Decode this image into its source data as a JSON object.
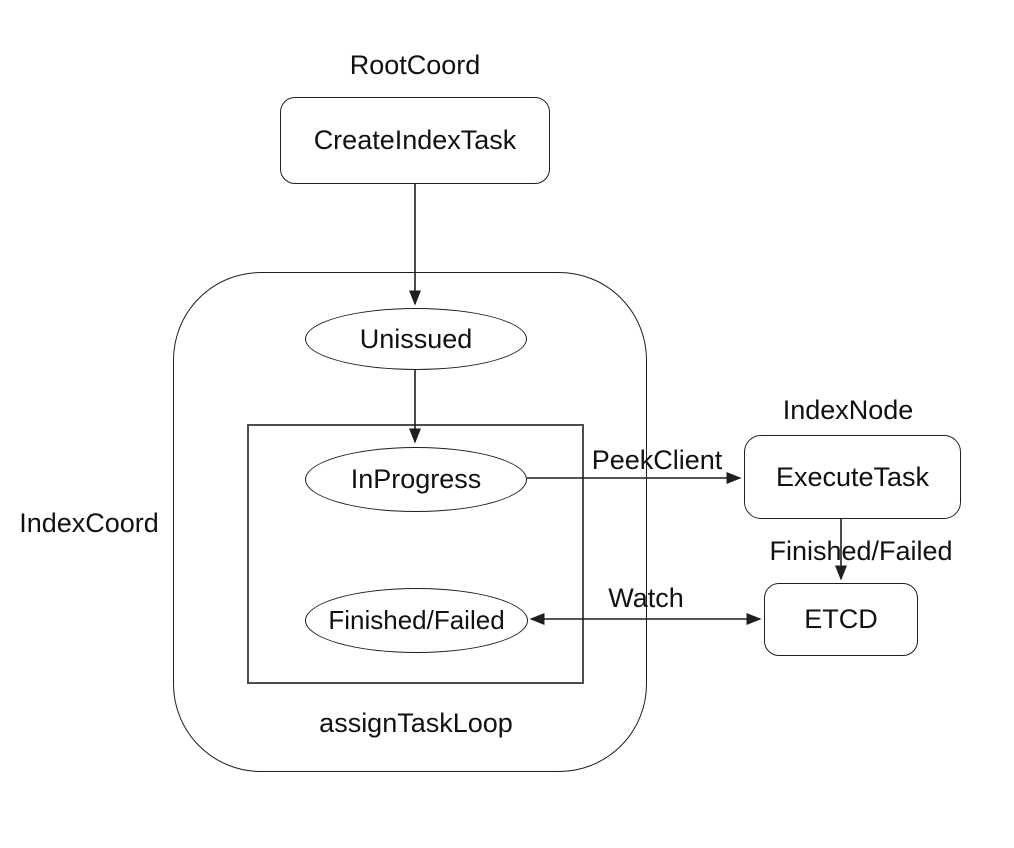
{
  "diagram": {
    "groups": {
      "root_coord": {
        "label": "RootCoord"
      },
      "index_coord": {
        "label": "IndexCoord"
      },
      "assign_task_loop": {
        "label": "assignTaskLoop"
      },
      "index_node": {
        "label": "IndexNode"
      }
    },
    "nodes": {
      "create_index_task": {
        "label": "CreateIndexTask",
        "shape": "rounded-rect"
      },
      "unissued": {
        "label": "Unissued",
        "shape": "ellipse"
      },
      "in_progress": {
        "label": "InProgress",
        "shape": "ellipse"
      },
      "finished_failed": {
        "label": "Finished/Failed",
        "shape": "ellipse"
      },
      "execute_task": {
        "label": "ExecuteTask",
        "shape": "rounded-rect"
      },
      "etcd": {
        "label": "ETCD",
        "shape": "rounded-rect"
      }
    },
    "edges": [
      {
        "from": "create_index_task",
        "to": "unissued",
        "label": "",
        "direction": "down"
      },
      {
        "from": "unissued",
        "to": "in_progress",
        "label": "",
        "direction": "down"
      },
      {
        "from": "in_progress",
        "to": "execute_task",
        "label": "PeekClient",
        "direction": "right"
      },
      {
        "from": "execute_task",
        "to": "etcd",
        "label": "Finished/Failed",
        "direction": "down"
      },
      {
        "from": "finished_failed",
        "to": "etcd",
        "label": "Watch",
        "direction": "both"
      }
    ],
    "colors": {
      "stroke": "#1f1f1f",
      "inner_group_stroke": "#4d4d4d",
      "text": "#111111",
      "background": "#ffffff"
    }
  }
}
